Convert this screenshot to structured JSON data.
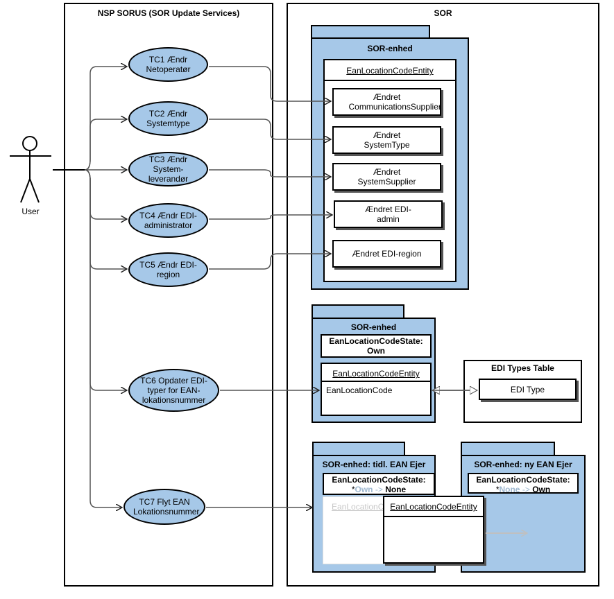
{
  "actor": {
    "label": "User"
  },
  "left_boundary": {
    "title": "NSP SORUS (SOR Update Services)"
  },
  "right_boundary": {
    "title": "SOR"
  },
  "use_cases": [
    {
      "id": "tc1",
      "label": "TC1 Ændr Netoperatør"
    },
    {
      "id": "tc2",
      "label": "TC2 Ændr Systemtype"
    },
    {
      "id": "tc3",
      "label": "TC3 Ændr System-leverandør"
    },
    {
      "id": "tc4",
      "label": "TC4 Ændr EDI-administrator"
    },
    {
      "id": "tc5",
      "label": "TC5 Ændr EDI-region"
    },
    {
      "id": "tc6",
      "label": "TC6 Opdater EDI-typer for EAN-lokationsnummer"
    },
    {
      "id": "tc7",
      "label": "TC7 Flyt EAN Lokationsnummer"
    }
  ],
  "package1": {
    "title": "SOR-enhed",
    "entity": "EanLocationCodeEntity",
    "changes": [
      "Ændret CommunicationsSupplier",
      "Ændret SystemType",
      "Ændret SystemSupplier",
      "Ændret EDI-admin",
      "Ændret EDI-region"
    ]
  },
  "package2": {
    "title": "SOR-enhed",
    "state_line1": "EanLocationCodeState:",
    "state_line2": "Own",
    "entity": "EanLocationCodeEntity",
    "attribute": "EanLocationCode"
  },
  "edi_table": {
    "title": "EDI Types Table",
    "item": "EDI Type"
  },
  "package3": {
    "title": "SOR-enhed: tidl. EAN Ejer",
    "state_line1": "EanLocationCodeState:",
    "state_prefix": "*",
    "state_from": "Own",
    "state_arrow": "->",
    "state_to": "None",
    "faded_entity": "EanLocationC"
  },
  "package4": {
    "title": "SOR-enhed: ny EAN Ejer",
    "state_line1": "EanLocationCodeState:",
    "state_prefix": "*",
    "state_from": "None",
    "state_arrow": "->",
    "state_to": "Own"
  },
  "moving_entity": {
    "title": "EanLocationCodeEntity"
  },
  "colors": {
    "package_fill": "#a6c8e8",
    "connector": "#555555",
    "faded_arrow": "#c0c0c0"
  }
}
